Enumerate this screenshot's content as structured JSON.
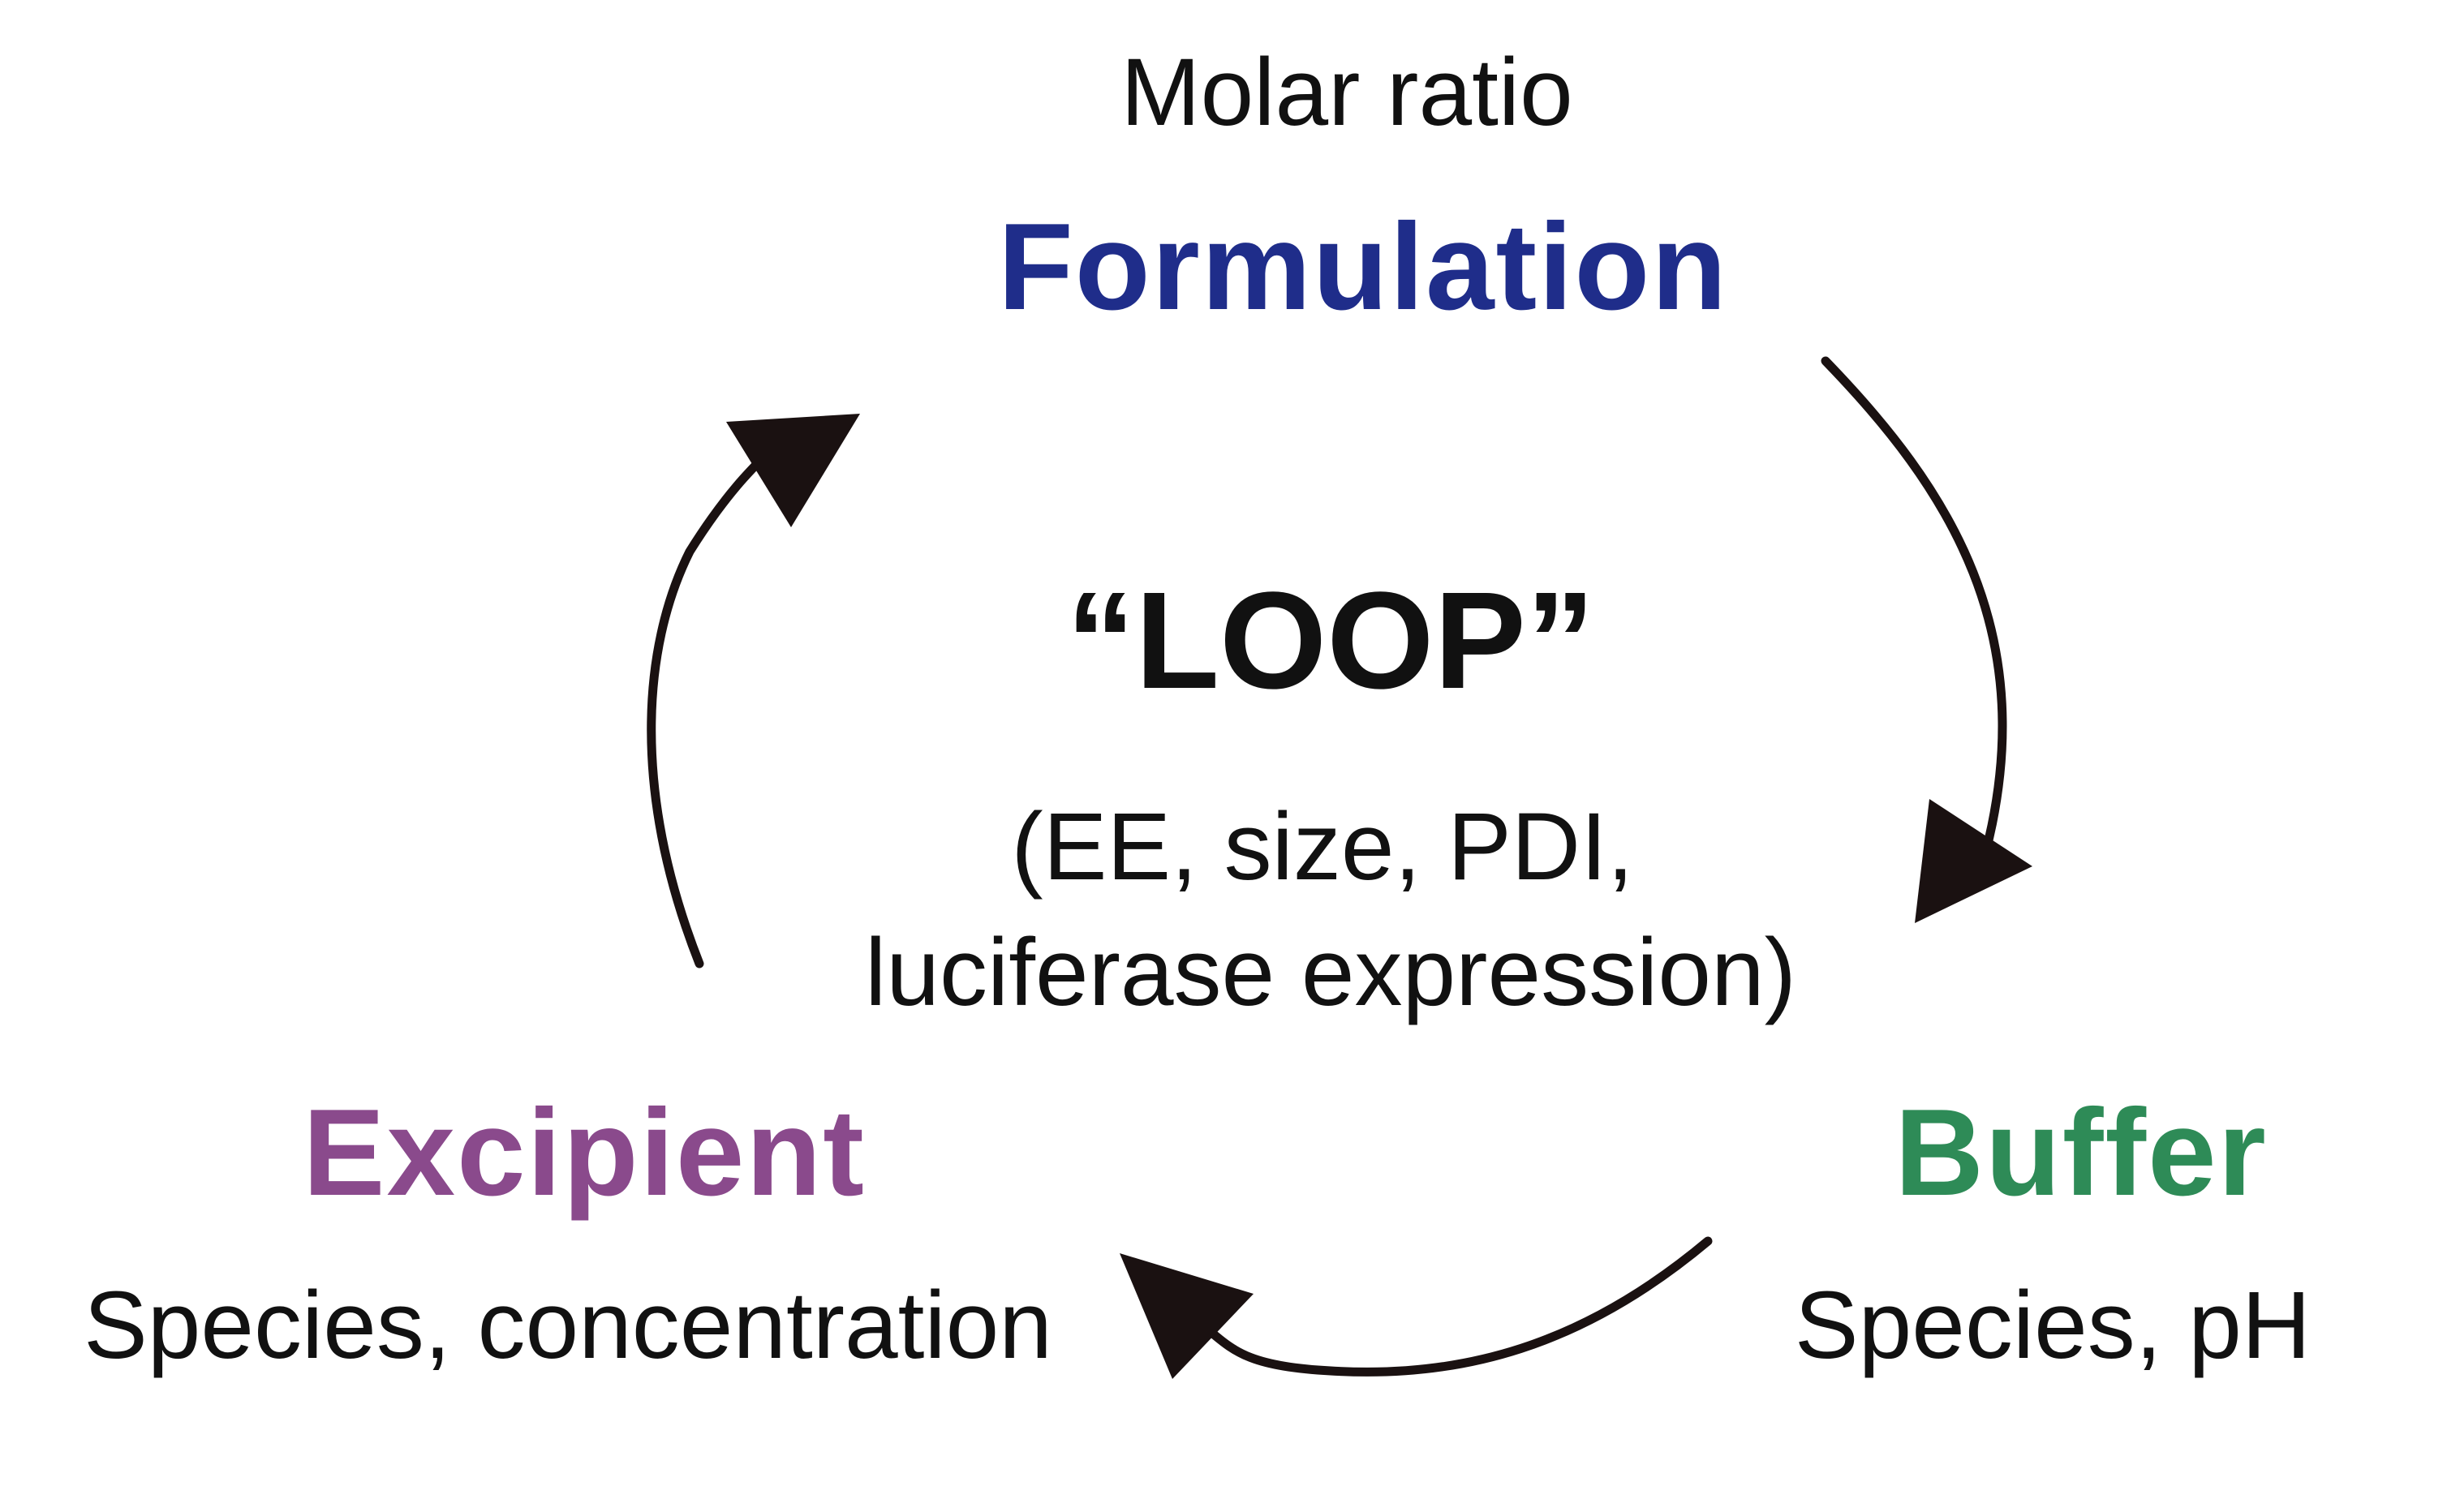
{
  "center": {
    "title": "“LOOP”",
    "line1": "(EE, size, PDI,",
    "line2": "luciferase expression)"
  },
  "nodes": {
    "formulation": {
      "detail": "Molar ratio",
      "title": "Formulation",
      "color": "#1f2d8a"
    },
    "buffer": {
      "title": "Buffer",
      "detail": "Species, pH",
      "color": "#2e8b57"
    },
    "excipient": {
      "title": "Excipient",
      "detail": "Species, concentration",
      "color": "#8a4a8c"
    }
  },
  "arrow_color": "#1a1111"
}
